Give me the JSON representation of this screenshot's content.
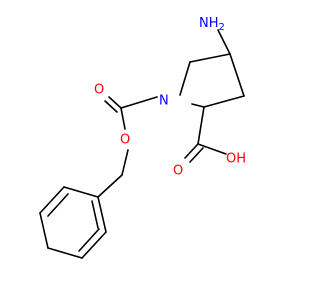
{
  "molecule": {
    "atoms": {
      "amino_group": {
        "label": "NH2",
        "text_main": "NH",
        "text_sub": "2",
        "color": "#0000ff"
      },
      "ring_nitrogen": {
        "label": "N",
        "color": "#0000ff"
      },
      "carbamate_carbonyl_oxygen": {
        "label": "O",
        "color": "#ff0000"
      },
      "carbamate_ester_oxygen": {
        "label": "O",
        "color": "#ff0000"
      },
      "acid_carbonyl_oxygen": {
        "label": "O",
        "color": "#ff0000"
      },
      "acid_hydroxyl": {
        "label": "OH",
        "color": "#ff0000"
      }
    },
    "bond_color": "#000000"
  }
}
